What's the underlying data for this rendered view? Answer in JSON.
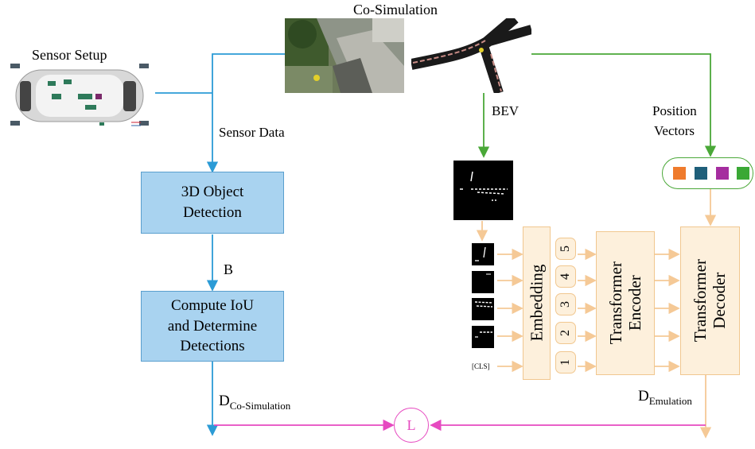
{
  "labels": {
    "co_simulation": "Co-Simulation",
    "sensor_setup": "Sensor Setup",
    "sensor_data": "Sensor Data",
    "bev": "BEV",
    "position_vectors": [
      "Position",
      "Vectors"
    ],
    "b": "B",
    "d_main": "D",
    "d_co_sim_sub": "Co-Simulation",
    "d_emulation_sub": "Emulation",
    "loss": "L",
    "cls": "[CLS]"
  },
  "boxes": {
    "detection": [
      "3D Object",
      "Detection"
    ],
    "compute_iou": [
      "Compute IoU",
      "and Determine",
      "Detections"
    ],
    "embedding": "Embedding",
    "encoder": [
      "Transformer",
      "Encoder"
    ],
    "decoder": [
      "Transformer",
      "Decoder"
    ]
  },
  "tokens": [
    "5",
    "4",
    "3",
    "2",
    "1"
  ],
  "position_vector_colors": [
    "#ef7b2d",
    "#1f5f7a",
    "#a52d9f",
    "#3aa835"
  ],
  "colors": {
    "blue_arrow": "#2b9bd6",
    "green_arrow": "#4aa838",
    "orange_arrow": "#f5c996",
    "pink_arrow": "#e64ac0"
  }
}
